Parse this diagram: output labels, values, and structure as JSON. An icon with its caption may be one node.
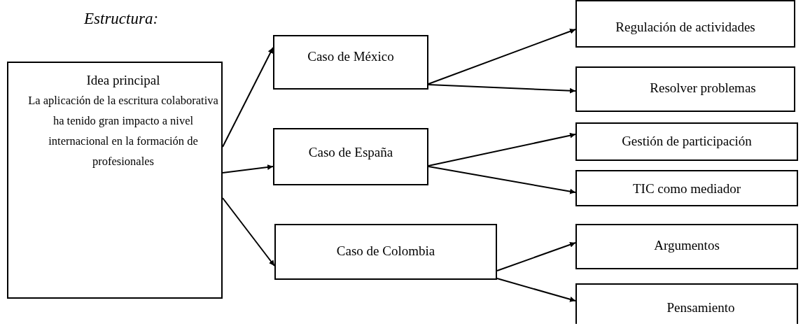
{
  "diagram": {
    "title": "Estructura:",
    "nodes": [
      {
        "text": [
          "Idea principal",
          "La aplicación de la escritura colaborativa ha tenido gran impacto a nivel internacional en la formación de profesionales"
        ]
      },
      {
        "text": [
          "Caso de México"
        ]
      },
      {
        "text": [
          "Caso de España"
        ]
      },
      {
        "text": [
          "Caso de Colombia"
        ]
      },
      {
        "text": [
          "Regulación de actividades"
        ]
      },
      {
        "text": [
          "Resolver problemas"
        ]
      },
      {
        "text": [
          "Gestión de participación"
        ]
      },
      {
        "text": [
          "TIC como mediador"
        ]
      },
      {
        "text": [
          "Argumentos"
        ]
      },
      {
        "text": [
          "Pensamiento"
        ]
      }
    ],
    "edges": [
      {
        "from": 0,
        "to": 1,
        "arrow": "to"
      },
      {
        "from": 0,
        "to": 2,
        "arrow": "to"
      },
      {
        "from": 0,
        "to": 3,
        "arrow": "to"
      },
      {
        "from": 1,
        "to": 4,
        "arrow": "to"
      },
      {
        "from": 1,
        "to": 5,
        "arrow": "to"
      },
      {
        "from": 2,
        "to": 6,
        "arrow": "to"
      },
      {
        "from": 2,
        "to": 7,
        "arrow": "to"
      },
      {
        "from": 3,
        "to": 8,
        "arrow": "to"
      },
      {
        "from": 3,
        "to": 9,
        "arrow": "to"
      }
    ]
  }
}
